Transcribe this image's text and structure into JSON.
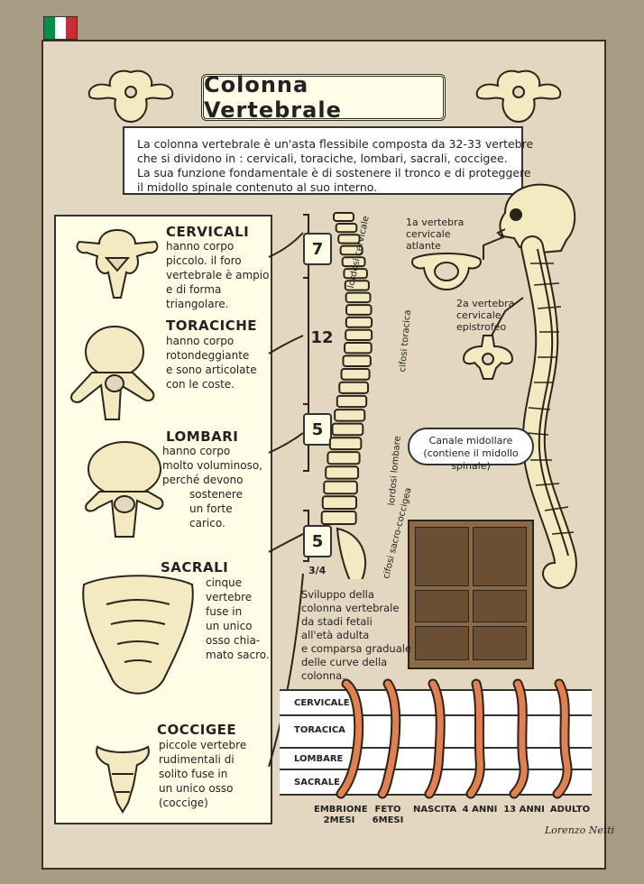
{
  "flag": {
    "colors": [
      "#009246",
      "#ffffff",
      "#ce2b37"
    ]
  },
  "title": "Colonna Vertebrale",
  "intro": [
    "La colonna vertebrale è un'asta flessibile composta da 32-33 vertebre",
    "che si dividono in : cervicali, toraciche, lombari, sacrali, coccigee.",
    "La sua funzione fondamentale è di sostenere il tronco e di proteggere",
    "il midollo spinale contenuto al suo interno."
  ],
  "sections": [
    {
      "title": "CERVICALI",
      "lines": [
        "hanno corpo",
        "piccolo. il foro",
        "vertebrale è ampio",
        "e di forma",
        "triangolare."
      ]
    },
    {
      "title": "TORACICHE",
      "lines": [
        "hanno corpo",
        "rotondeggiante",
        "e sono articolate",
        "con le coste."
      ]
    },
    {
      "title": "LOMBARI",
      "lines": [
        "hanno corpo",
        "molto voluminoso,",
        "perché devono",
        "sostenere",
        "un forte",
        "carico."
      ]
    },
    {
      "title": "SACRALI",
      "lines": [
        "cinque",
        "vertebre",
        "fuse in",
        "un unico",
        "osso chia-",
        "mato sacro."
      ]
    },
    {
      "title": "COCCIGEE",
      "lines": [
        "piccole vertebre",
        "rudimentali di",
        "solito fuse in",
        "un unico osso",
        "(coccige)"
      ]
    }
  ],
  "counts": [
    "7",
    "12",
    "5",
    "5",
    "3/4"
  ],
  "curves": [
    "lordosi cervicale",
    "cifosi toracica",
    "lordosi lombare",
    "cifosi sacro-coccigea"
  ],
  "atlas_label": [
    "1a vertebra",
    "cervicale",
    "atlante"
  ],
  "axis_label": [
    "2a vertebra",
    "cervicale",
    "epistrofeo"
  ],
  "canal_label": [
    "Canale midollare",
    "(contiene il midollo spinale)"
  ],
  "development_text": [
    "Sviluppo della",
    "colonna vertebrale",
    "da stadi fetali",
    "all'età adulta",
    "e comparsa graduale",
    "delle curve della",
    "colonna."
  ],
  "dev_rows": [
    "CERVICALE",
    "TORACICA",
    "LOMBARE",
    "SACRALE"
  ],
  "stages": [
    {
      "line1": "EMBRIONE",
      "line2": "2MESI"
    },
    {
      "line1": "FETO",
      "line2": "6MESI"
    },
    {
      "line1": "NASCITA",
      "line2": ""
    },
    {
      "line1": "4 ANNI",
      "line2": ""
    },
    {
      "line1": "13 ANNI",
      "line2": ""
    },
    {
      "line1": "ADULTO",
      "line2": ""
    }
  ],
  "signature": "Lorenzo Netti",
  "colors": {
    "background": "#a59c83",
    "parchment": "#e3d8bf",
    "bone": "#f3eac2",
    "spine_dev": "#e4804f",
    "cabinet": "#8a6a48"
  }
}
